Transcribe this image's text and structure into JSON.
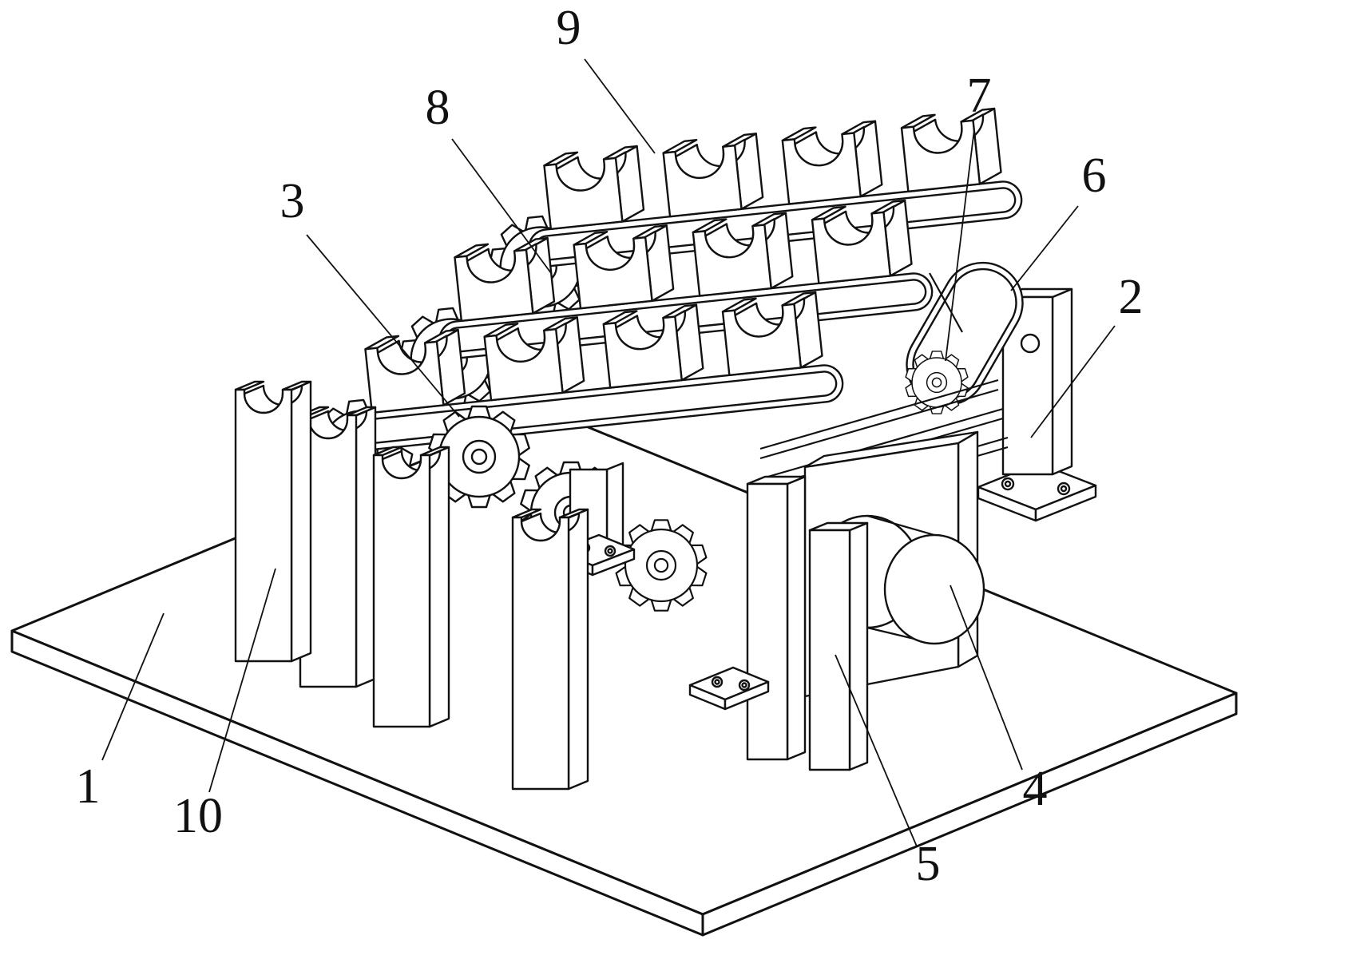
{
  "figure": {
    "background_color": "#ffffff",
    "line_color": "#111111",
    "kind": "isometric patent line drawing of a chain conveyor pipe-cradle mechanism"
  },
  "callouts": [
    {
      "number": "1"
    },
    {
      "number": "2"
    },
    {
      "number": "3"
    },
    {
      "number": "4"
    },
    {
      "number": "5"
    },
    {
      "number": "6"
    },
    {
      "number": "7"
    },
    {
      "number": "8"
    },
    {
      "number": "9"
    },
    {
      "number": "10"
    }
  ]
}
